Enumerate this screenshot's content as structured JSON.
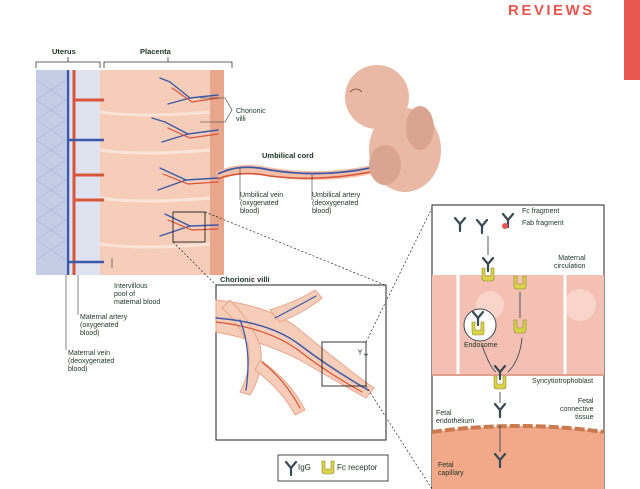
{
  "header": {
    "journal_section": "REVIEWS"
  },
  "labels": {
    "uterus": "Uterus",
    "placenta": "Placenta",
    "chorionic_villi": "Chorionic\nvilli",
    "umbilical_cord": "Umbilical cord",
    "umbilical_vein": "Umbilical vein\n(oxygenated\nblood)",
    "umbilical_artery": "Umbilical artery\n(deoxygenated\nblood)",
    "intervillous_pool": "Intervillous\npool of\nmaternal blood",
    "maternal_artery": "Maternal artery\n(oxygenated\nblood)",
    "maternal_vein": "Maternal vein\n(deoxygenated\nblood)",
    "chorionic_villi_inset": "Chorionic villi",
    "fc_fragment": "Fc fragment",
    "fab_fragment": "Fab fragment",
    "maternal_circulation": "Maternal\ncirculation",
    "endosome": "Endosome",
    "syncytiotrophoblast": "Syncytiotrophoblast",
    "fetal_connective_tissue": "Fetal\nconnective\ntissue",
    "fetal_endothelium": "Fetal\nendothelium",
    "fetal_capillary": "Fetal\ncapillary"
  },
  "legend": {
    "igg": "IgG",
    "fc_receptor": "Fc receptor"
  },
  "colors": {
    "accent_red": "#e8574f",
    "placenta_pink": "#f4c0a8",
    "artery_red": "#d8553a",
    "vein_blue": "#3d5aa8",
    "receptor_yellow": "#d9d24a",
    "antibody_dark": "#3a4a52",
    "label_text": "#1e3323"
  }
}
